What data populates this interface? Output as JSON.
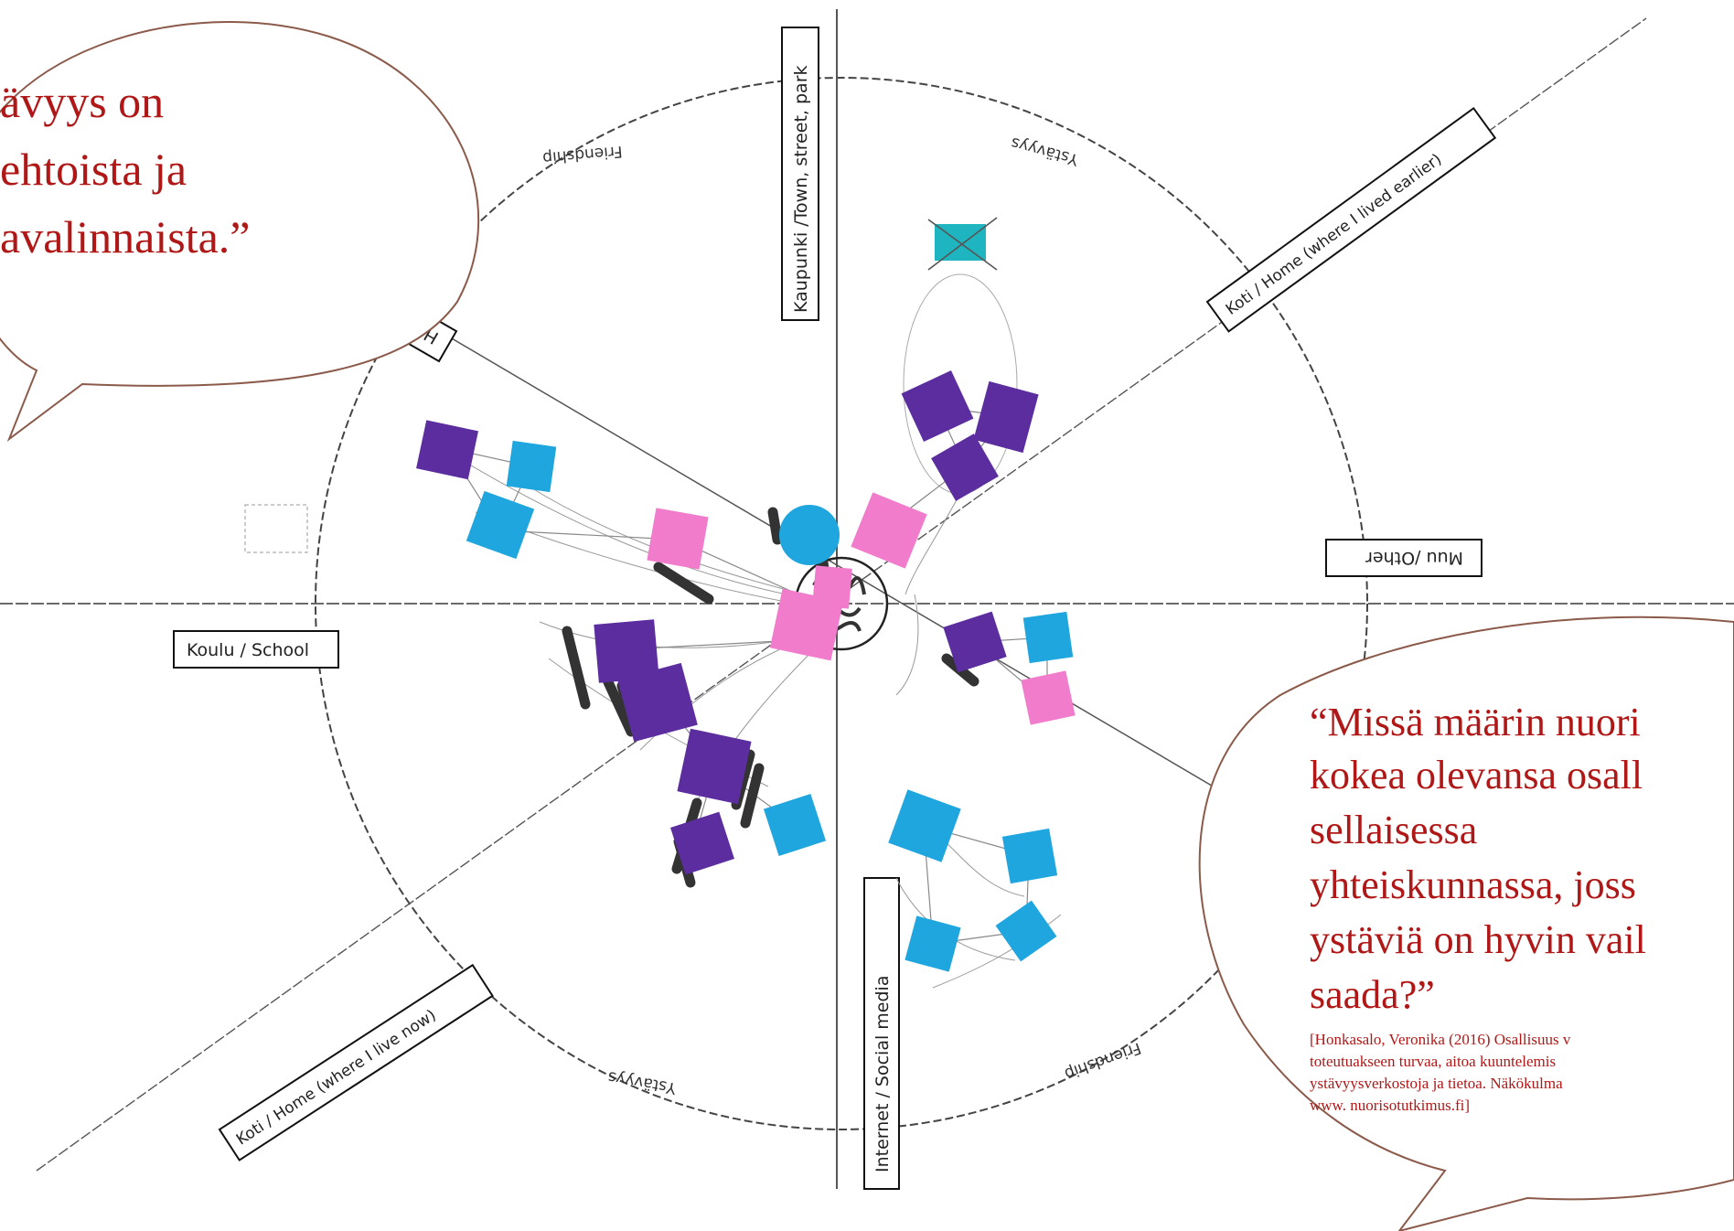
{
  "labels": {
    "town": "Kaupunki /Town, street, park",
    "home_earlier": "Koti / Home (where I lived earlier)",
    "other": "Muu /Other",
    "school": "Koulu / School",
    "home_now": "Koti / Home (where I live now)",
    "internet": "Internet / Social media",
    "hobbies_fragment": "Har"
  },
  "ring_words": {
    "friendship_top": "Friendship",
    "ystavyys_top": "Ystävyys",
    "ystavyys_bottom": "Ystävyys",
    "friendship_bottom": "Friendship"
  },
  "quote_left": {
    "lines": [
      "ävyys on",
      "ehtoista ja",
      "avalinnaista.”"
    ]
  },
  "quote_right": {
    "lines": [
      "“Missä määrin nuori",
      "kokea olevansa osall",
      "sellaisessa",
      "yhteiskunnassa, joss",
      "ystäviä on hyvin vail",
      "saada?”"
    ],
    "citation": [
      "[Honkasalo, Veronika (2016) Osallisuus v",
      "toteutuakseen turvaa, aitoa kuuntelemis",
      "ystävyysverkostoja ja tietoa. Näkökulma",
      "www. nuorisotutkimus.fi]"
    ]
  },
  "colors": {
    "purple": "#5b2d9e",
    "cyan": "#1fa6df",
    "teal": "#1fb5c0",
    "pink": "#f07ccb",
    "quote": "#b01818",
    "bubble_border": "#8b5a4a"
  }
}
